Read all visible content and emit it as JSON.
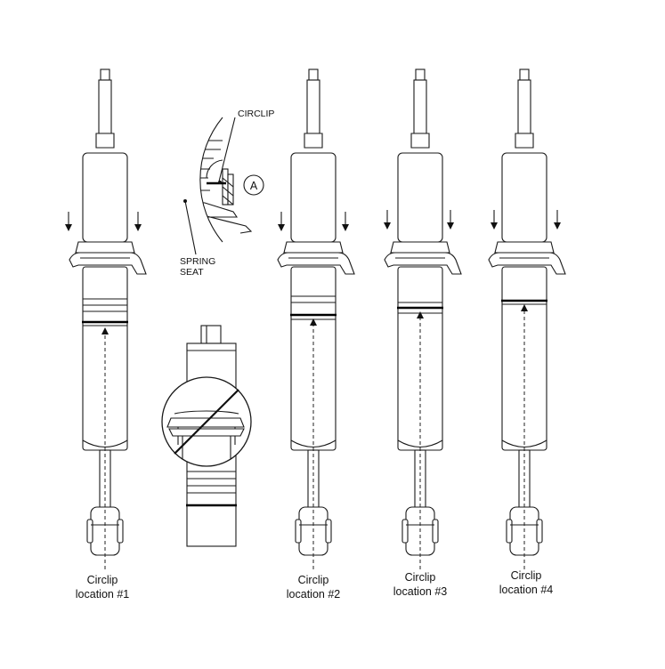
{
  "labels": {
    "loc1_line1": "Circlip",
    "loc1_line2": "location #1",
    "loc2_line1": "Circlip",
    "loc2_line2": "location #2",
    "loc3_line1": "Circlip",
    "loc3_line2": "location #3",
    "loc4_line1": "Circlip",
    "loc4_line2": "location #4"
  },
  "detail": {
    "circlip_label": "CIRCLIP",
    "spring_label_line1": "SPRING",
    "spring_label_line2": "SEAT",
    "callout_letter": "A"
  },
  "colors": {
    "line": "#1a1a1a",
    "background": "#ffffff"
  }
}
